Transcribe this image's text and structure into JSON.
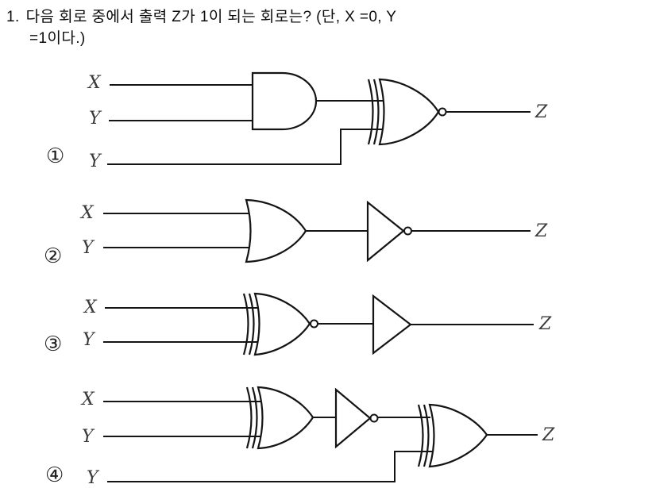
{
  "question": {
    "number": "1.",
    "line1": "다음 회로 중에서 출력 Z가 1이 되는 회로는? (단, X =0, Y",
    "line2": "=1이다.)"
  },
  "circuits": [
    {
      "marker": "①",
      "input_x": "X",
      "input_y": "Y",
      "input_extra": "Y",
      "output": "Z",
      "gates": [
        "AND",
        "XNOR"
      ]
    },
    {
      "marker": "②",
      "input_x": "X",
      "input_y": "Y",
      "output": "Z",
      "gates": [
        "OR",
        "NOT"
      ]
    },
    {
      "marker": "③",
      "input_x": "X",
      "input_y": "Y",
      "output": "Z",
      "gates": [
        "XNOR",
        "BUFFER"
      ]
    },
    {
      "marker": "④",
      "input_x": "X",
      "input_y": "Y",
      "input_extra": "Y",
      "output": "Z",
      "gates": [
        "XOR",
        "NOT",
        "XOR"
      ]
    }
  ],
  "colors": {
    "wire": "#141414",
    "label": "#3a3a3a",
    "background": "#ffffff"
  }
}
